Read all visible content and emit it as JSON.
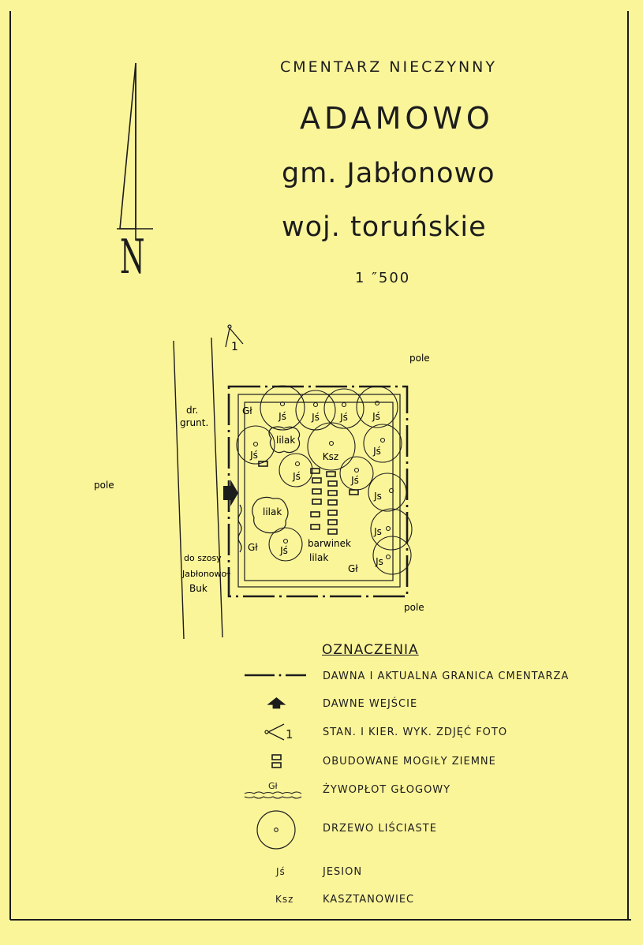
{
  "header": {
    "status": "CMENTARZ NIECZYNNY",
    "title": "ADAMOWO",
    "commune": "gm. Jabłonowo",
    "province": "woj. toruńskie",
    "scale": "1 ″500"
  },
  "north_arrow": {
    "label": "N"
  },
  "photo_station": {
    "number": "1"
  },
  "map_labels": {
    "field_top": "pole",
    "field_left": "pole",
    "field_bottom": "pole",
    "road_line1": "dr.",
    "road_line2": "grunt.",
    "to_road_line1": "do szosy",
    "to_road_line2": "Jabłonowo",
    "to_road_line3": "Buk",
    "lilac_top": "lilak",
    "lilac_left": "lilak",
    "periwinkle": "barwinek",
    "lilac_bottom": "lilak",
    "hedge_tl": "Gł",
    "hedge_left": "Gł",
    "hedge_bottom": "Gł"
  },
  "trees": [
    {
      "label": "Jś"
    },
    {
      "label": "Jś"
    },
    {
      "label": "Jś"
    },
    {
      "label": "Jś"
    },
    {
      "label": "Jś"
    },
    {
      "label": "Ksz"
    },
    {
      "label": "Jś"
    },
    {
      "label": "Jś"
    },
    {
      "label": "Jś"
    },
    {
      "label": "Js"
    },
    {
      "label": "Js"
    },
    {
      "label": "Js"
    },
    {
      "label": "Jś"
    }
  ],
  "legend": {
    "title": "OZNACZENIA",
    "items": [
      {
        "symbol": "boundary-line",
        "text": "DAWNA I AKTUALNA GRANICA CMENTARZA"
      },
      {
        "symbol": "entrance-arrow",
        "text": "DAWNE WEJŚCIE"
      },
      {
        "symbol": "photo-station",
        "text": "STAN. I KIER. WYK. ZDJĘĆ FOTO",
        "symbol_label": "1"
      },
      {
        "symbol": "grave-mounds",
        "text": "OBUDOWANE MOGIŁY ZIEMNE"
      },
      {
        "symbol": "hawthorn-hedge",
        "text": "ŻYWOPŁOT GŁOGOWY",
        "symbol_label": "Gł"
      },
      {
        "symbol": "deciduous-tree",
        "text": "DRZEWO LIŚCIASTE"
      },
      {
        "symbol": "abbrev",
        "text": "JESION",
        "symbol_label": "Jś"
      },
      {
        "symbol": "abbrev",
        "text": "KASZTANOWIEC",
        "symbol_label": "Ksz"
      }
    ]
  },
  "colors": {
    "paper": "#fbf59a",
    "ink": "#1c1c1c"
  }
}
